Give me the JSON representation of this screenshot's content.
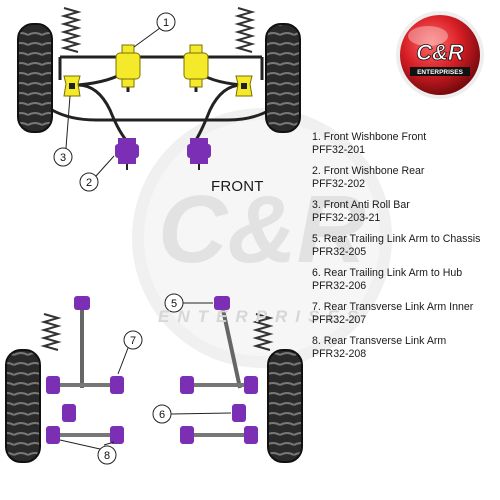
{
  "front_label": "FRONT",
  "logo": {
    "main": "C&R",
    "sub": "ENTERPRISES"
  },
  "watermark": {
    "main": "C&R",
    "sub": "ENTERPRISES"
  },
  "callouts": {
    "c1": "1",
    "c2": "2",
    "c3": "3",
    "c5": "5",
    "c6": "6",
    "c7": "7",
    "c8": "8"
  },
  "parts": [
    {
      "label": "1. Front Wishbone Front",
      "code": "PFF32-201"
    },
    {
      "label": "2. Front Wishbone Rear",
      "code": "PFF32-202"
    },
    {
      "label": "3. Front Anti Roll Bar",
      "code": "PFF32-203-21"
    },
    {
      "label": "5. Rear Trailing Link Arm to Chassis",
      "code": "PFR32-205"
    },
    {
      "label": "6. Rear Trailing Link Arm to Hub",
      "code": "PFR32-206"
    },
    {
      "label": "7. Rear Transverse Link Arm Inner",
      "code": "PFR32-207"
    },
    {
      "label": "8. Rear Transverse Link Arm",
      "code": "PFR32-208"
    }
  ],
  "colors": {
    "yellow_bush": "#f5ea2a",
    "purple_bush": "#7b2fb5",
    "logo_red": "#d81f26"
  }
}
